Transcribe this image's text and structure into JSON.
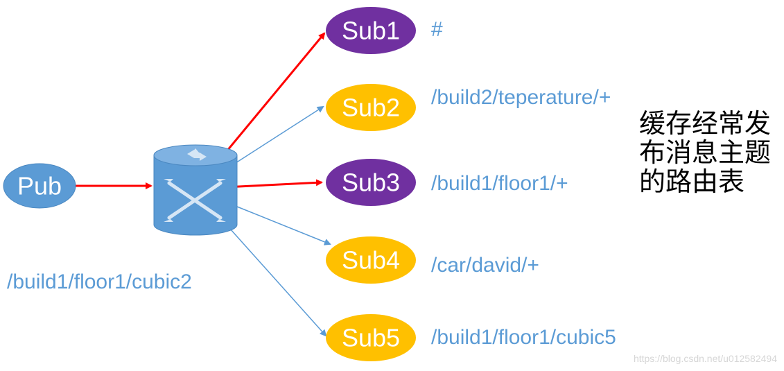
{
  "nodes": {
    "pub": {
      "label": "Pub"
    },
    "sub1": {
      "label": "Sub1"
    },
    "sub2": {
      "label": "Sub2"
    },
    "sub3": {
      "label": "Sub3"
    },
    "sub4": {
      "label": "Sub4"
    },
    "sub5": {
      "label": "Sub5"
    }
  },
  "topics": {
    "pub": "/build1/floor1/cubic2",
    "sub1": "#",
    "sub2": "/build2/teperature/+",
    "sub3": "/build1/floor1/+",
    "sub4": "/car/david/+",
    "sub5": "/build1/floor1/cubic5"
  },
  "note": {
    "line1": "缓存经常发",
    "line2": "布消息主题",
    "line3": "的路由表"
  },
  "watermark": "https://blog.csdn.net/u012582494",
  "colors": {
    "pub_fill": "#5b9bd5",
    "matched_sub_fill": "#7030a0",
    "unmatched_sub_fill": "#ffc000",
    "matched_arrow": "#ff0000",
    "unmatched_arrow": "#5b9bd5",
    "topic_text": "#5b9bd5",
    "router_fill": "#5b9bd5"
  },
  "router": {
    "icon": "router-icon"
  }
}
